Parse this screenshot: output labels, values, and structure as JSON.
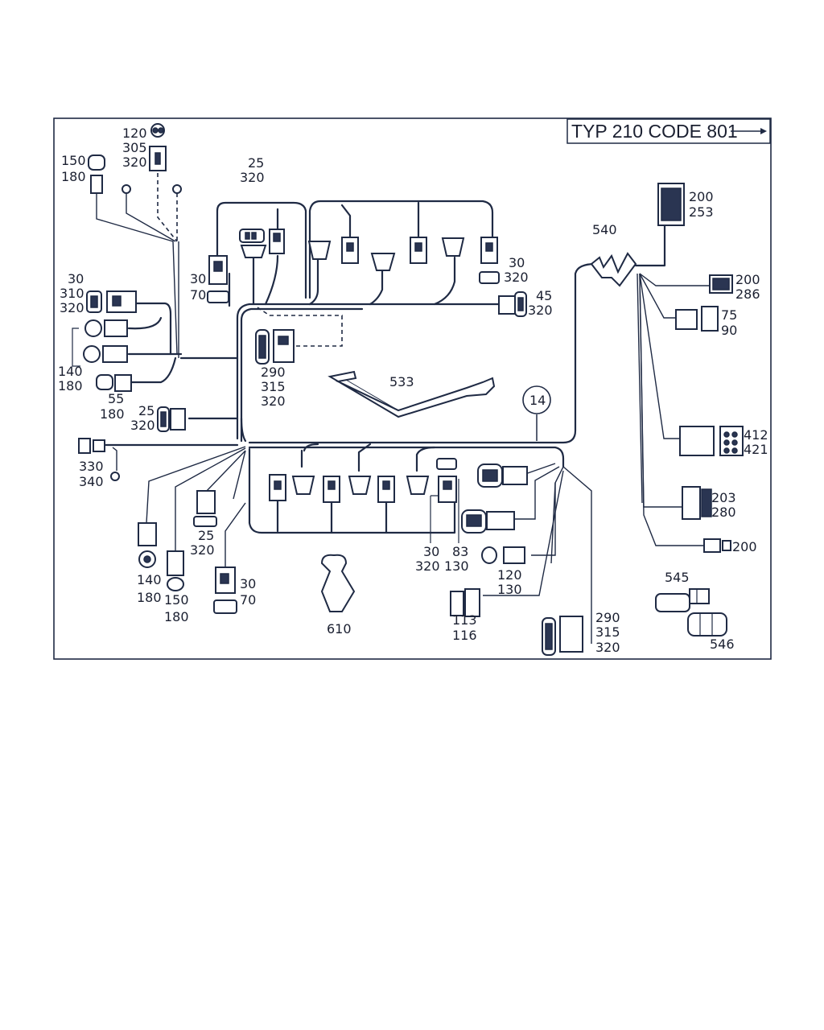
{
  "title": {
    "text": "TYP 210 CODE 801"
  },
  "labels": {
    "l_120": "120",
    "l_305": "305",
    "l_320a": "320",
    "l_150a": "150",
    "l_180a": "180",
    "l_25a": "25",
    "l_320b": "320",
    "l_30a": "30",
    "l_70a": "70",
    "l_30b": "30",
    "l_320c": "320",
    "l_45": "45",
    "l_320d": "320",
    "l_30c": "30",
    "l_310": "310",
    "l_320e": "320",
    "l_140a": "140",
    "l_180b": "180",
    "l_55": "55",
    "l_180c": "180",
    "l_290a": "290",
    "l_315a": "315",
    "l_320f": "320",
    "l_533": "533",
    "l_14": "14",
    "l_25b": "25",
    "l_320g": "320",
    "l_330": "330",
    "l_340": "340",
    "l_25c": "25",
    "l_320h": "320",
    "l_140b": "140",
    "l_180d": "180",
    "l_150b": "150",
    "l_180e": "180",
    "l_30d": "30",
    "l_70b": "70",
    "l_610": "610",
    "l_30e": "30",
    "l_320i": "320",
    "l_83": "83",
    "l_130a": "130",
    "l_120b": "120",
    "l_130b": "130",
    "l_113": "113",
    "l_116": "116",
    "l_290b": "290",
    "l_315b": "315",
    "l_320j": "320",
    "l_540": "540",
    "l_200a": "200",
    "l_253": "253",
    "l_200b": "200",
    "l_286": "286",
    "l_75": "75",
    "l_90": "90",
    "l_412": "412",
    "l_421": "421",
    "l_203": "203",
    "l_280": "280",
    "l_200c": "200",
    "l_545": "545",
    "l_546": "546"
  },
  "colors": {
    "ink": "#1f2a44",
    "background": "#ffffff"
  }
}
